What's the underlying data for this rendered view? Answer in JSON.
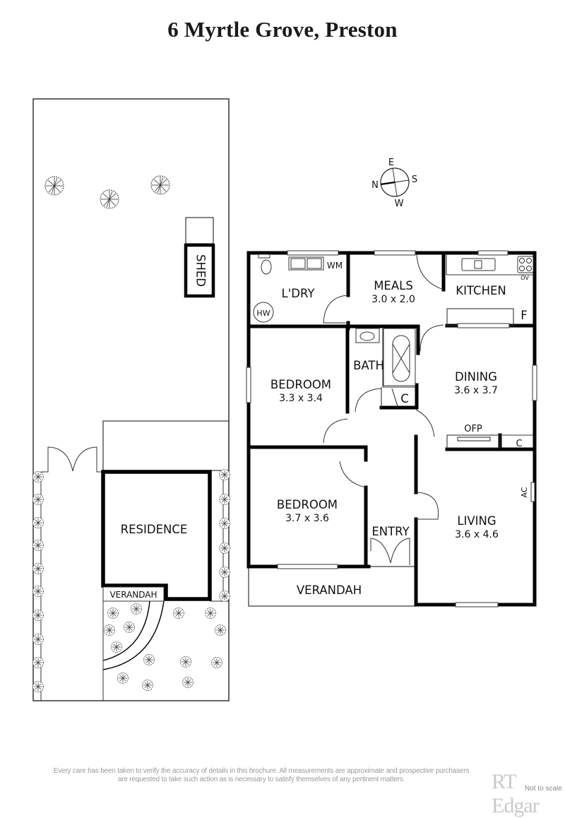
{
  "title": "6 Myrtle Grove, Preston",
  "compass": {
    "n": "N",
    "e": "E",
    "s": "S",
    "w": "W"
  },
  "site_plan": {
    "shed": "SHED",
    "residence": "RESIDENCE",
    "verandah": "VERANDAH"
  },
  "rooms": {
    "laundry": {
      "name": "L'DRY"
    },
    "meals": {
      "name": "MEALS",
      "size": "3.0 x 2.0"
    },
    "kitchen": {
      "name": "KITCHEN"
    },
    "bedroom1": {
      "name": "BEDROOM",
      "size": "3.3 x 3.4"
    },
    "bath": {
      "name": "BATH"
    },
    "dining": {
      "name": "DINING",
      "size": "3.6 x 3.7"
    },
    "bedroom2": {
      "name": "BEDROOM",
      "size": "3.7 x 3.6"
    },
    "entry": {
      "name": "ENTRY"
    },
    "living": {
      "name": "LIVING",
      "size": "3.6 x 4.6"
    },
    "verandah": {
      "name": "VERANDAH"
    }
  },
  "fixtures": {
    "washing_machine": "WM",
    "hot_water": "HW",
    "oven": "OV",
    "fridge": "F",
    "cupboard_bath": "C",
    "cupboard_dining": "C",
    "fireplace": "OFP",
    "air_conditioner": "AC"
  },
  "footer": {
    "disclaimer_line1": "Every care has been taken to verify the accuracy of details in this brochure.  All measurements are approximate and prospective purchasers",
    "disclaimer_line2": "are requested to take such action as is necessary to satisfy themselves of any pertinent matters.",
    "brand": "RT Edgar",
    "scale_note": "Not to scale"
  },
  "colors": {
    "wall": "#000000",
    "line": "#333333",
    "footer_text": "#9a9a9a",
    "brand": "#c9c9c9"
  }
}
